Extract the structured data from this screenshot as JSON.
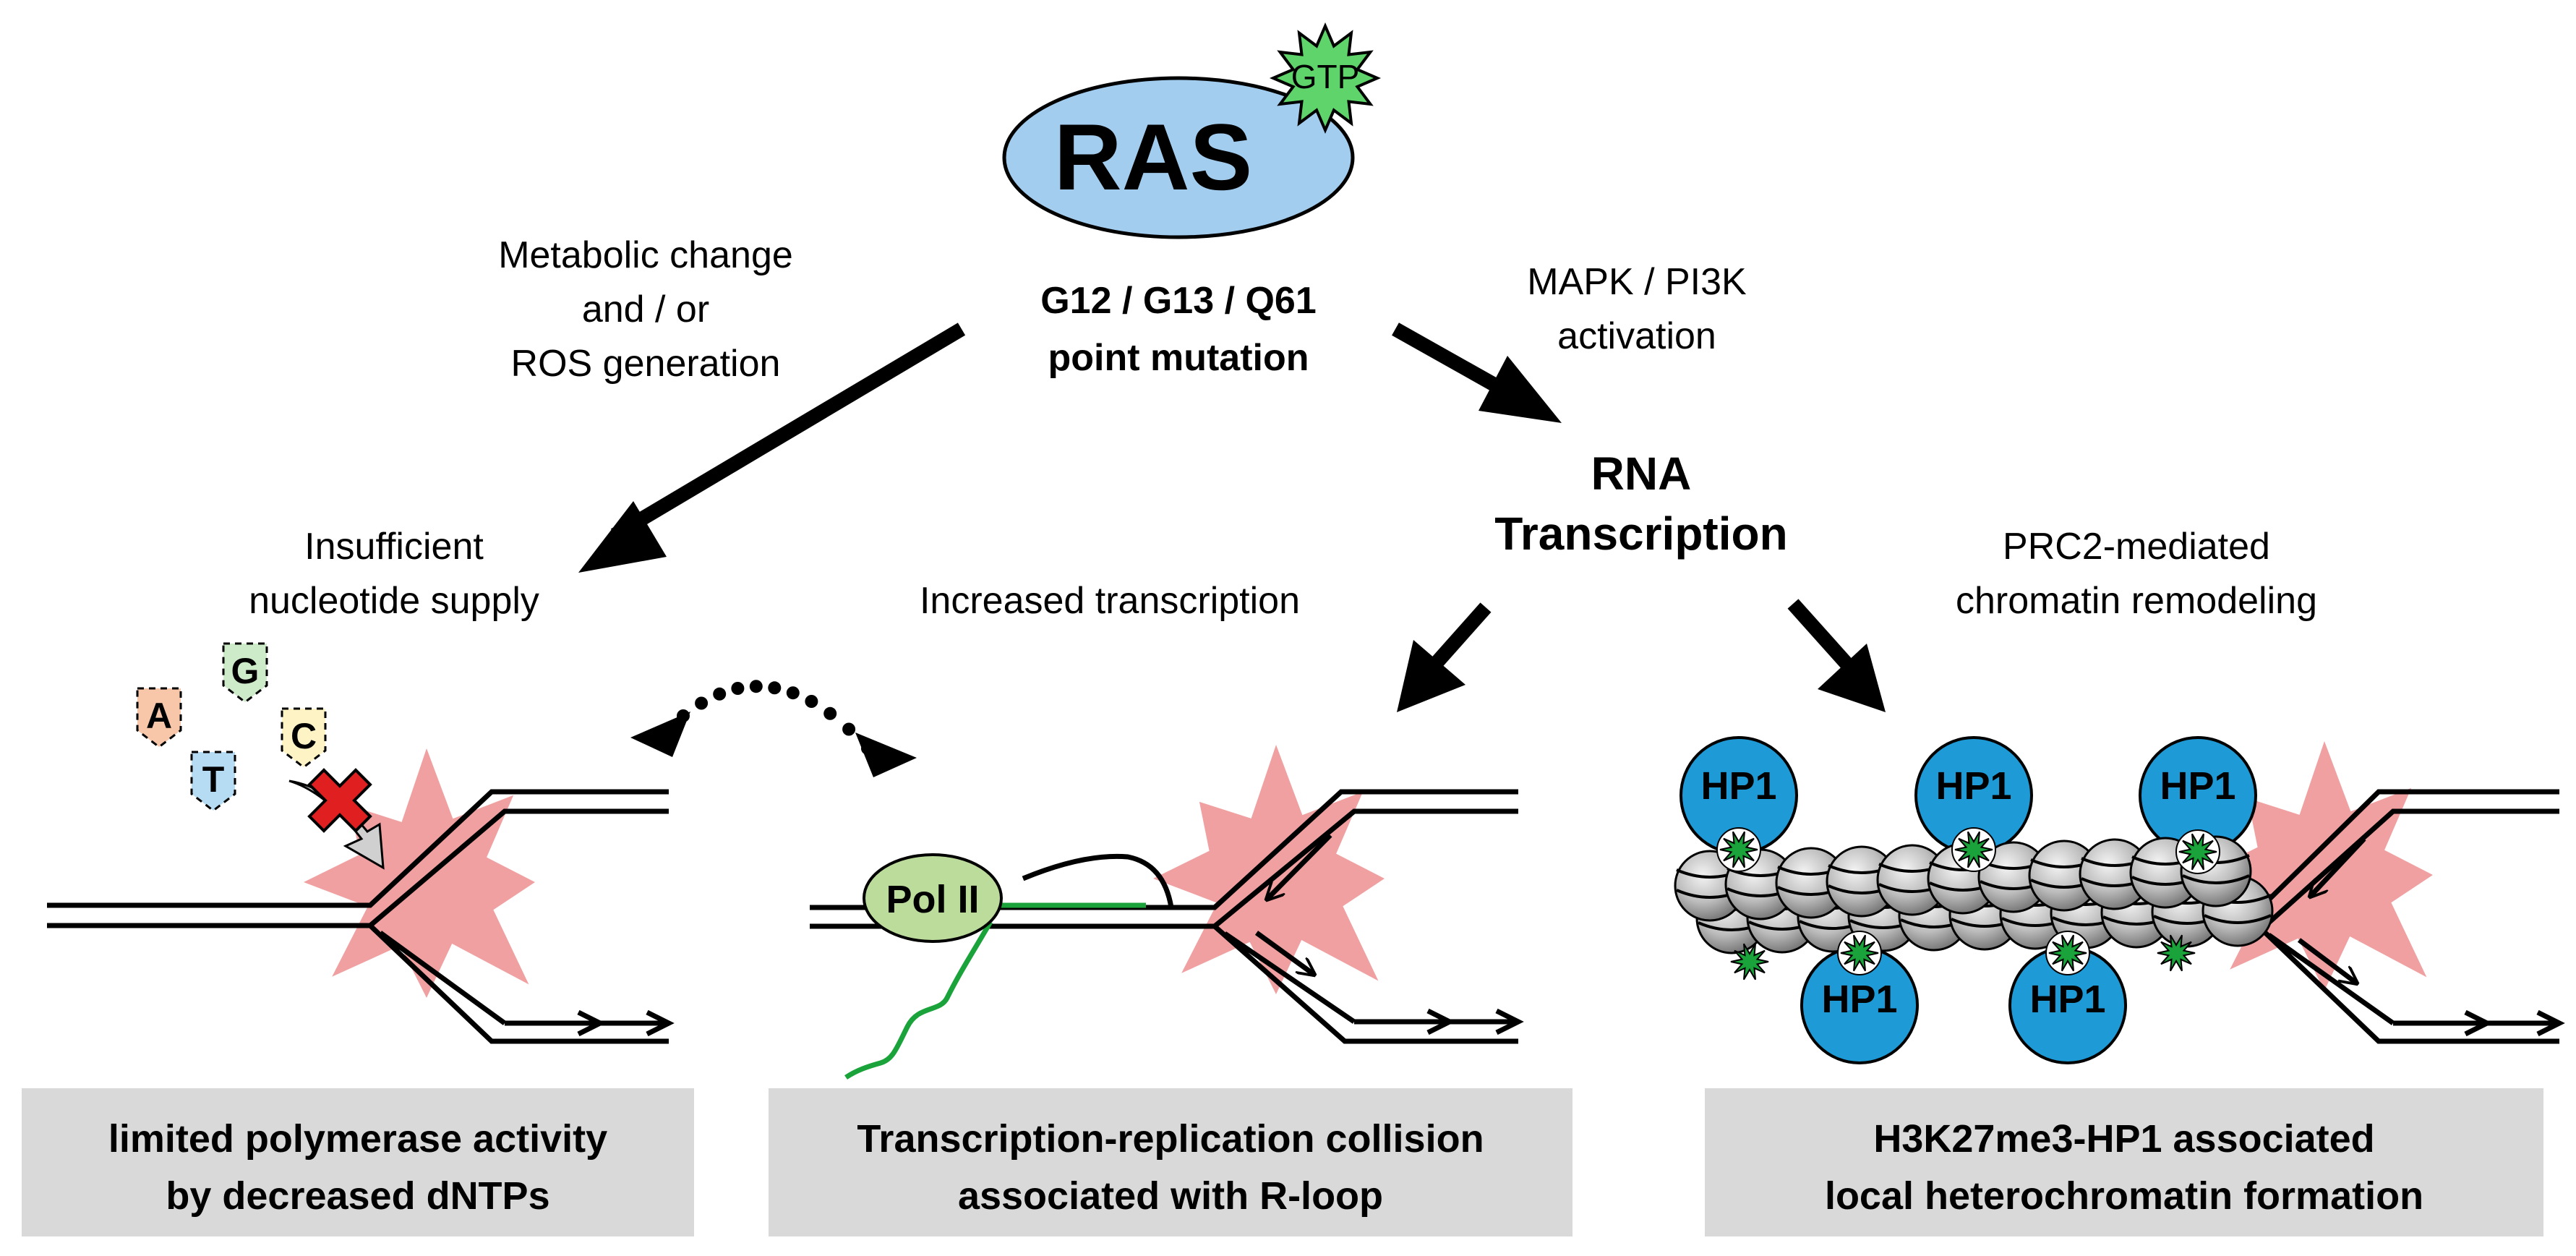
{
  "ras": {
    "name": "RAS",
    "gtp": "GTP",
    "mutation_line1": "G12 / G13 / Q61",
    "mutation_line2": "point mutation"
  },
  "left_path": {
    "line1": "Metabolic change",
    "line2": "and / or",
    "line3": "ROS generation"
  },
  "right_path": {
    "line1": "MAPK / PI3K",
    "line2": "activation"
  },
  "rna": {
    "line1": "RNA",
    "line2": "Transcription"
  },
  "insufficient": {
    "line1": "Insufficient",
    "line2": "nucleotide supply"
  },
  "increased": "Increased transcription",
  "prc2": {
    "line1": "PRC2-mediated",
    "line2": "chromatin remodeling"
  },
  "nucleotides": [
    "A",
    "G",
    "C",
    "T"
  ],
  "pol2": "Pol II",
  "hp1": "HP1",
  "colors": {
    "ras_fill": "#a3cdef",
    "gtp_fill": "#5ed46a",
    "stress": "#f0a0a0",
    "pol2_fill": "#bcdc9c",
    "hp1_fill": "#1e9ad6",
    "rloop": "#1aa33a",
    "box_fill": "#d9d9d9",
    "nuc_A": "#f8c6a8",
    "nuc_G": "#cdeac9",
    "nuc_C": "#fdf3c4",
    "nuc_T": "#b6dcf4"
  },
  "boxes": {
    "left_line1": "limited polymerase activity",
    "left_line2": "by decreased dNTPs",
    "mid_line1": "Transcription-replication collision",
    "mid_line2": "associated with R-loop",
    "right_line1": "H3K27me3-HP1 associated",
    "right_line2": "local heterochromatin formation"
  }
}
